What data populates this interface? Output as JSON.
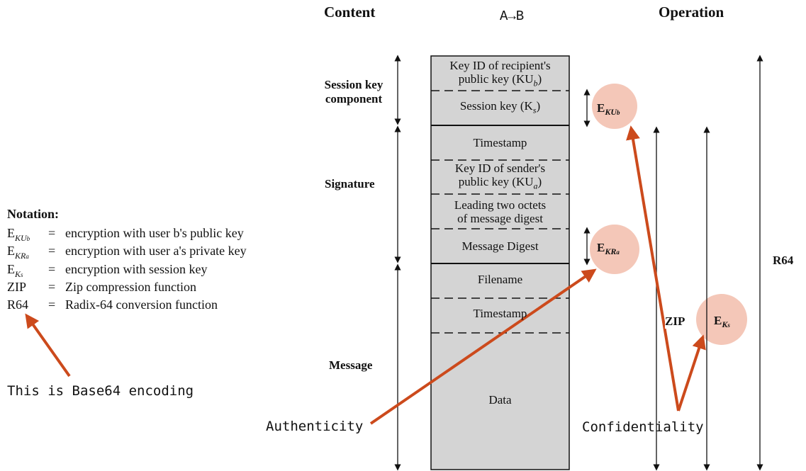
{
  "headers": {
    "content": "Content",
    "direction": "A→B",
    "operation": "Operation"
  },
  "components": {
    "session_key": "Session key component",
    "signature": "Signature",
    "message": "Message"
  },
  "cells": [
    {
      "line1": "Key ID of recipient's",
      "line2": "public key (KU",
      "sub": "b",
      "tail": ")"
    },
    {
      "line1": "Session key (K",
      "sub": "s",
      "tail": ")"
    },
    {
      "line1": "Timestamp"
    },
    {
      "line1": "Key ID of sender's",
      "line2": "public key (KU",
      "sub": "a",
      "tail": ")"
    },
    {
      "line1": "Leading two octets",
      "line2": "of message digest"
    },
    {
      "line1": "Message Digest"
    },
    {
      "line1": "Filename"
    },
    {
      "line1": "Timestamp"
    },
    {
      "line1": "Data"
    }
  ],
  "operations": {
    "e_kub": {
      "base": "E",
      "sub": "KU",
      "subsub": "b"
    },
    "e_kra": {
      "base": "E",
      "sub": "KR",
      "subsub": "a"
    },
    "e_ks": {
      "base": "E",
      "sub": "K",
      "subsub": "s"
    },
    "zip": "ZIP",
    "r64": "R64"
  },
  "notation": {
    "title": "Notation:",
    "rows": [
      {
        "sym": "E",
        "sub": "KU",
        "subsub": "b",
        "eq": "=",
        "desc": "encryption with user b's public key"
      },
      {
        "sym": "E",
        "sub": "KR",
        "subsub": "a",
        "eq": "=",
        "desc": "encryption with user a's private key"
      },
      {
        "sym": "E",
        "sub": "K",
        "subsub": "s",
        "eq": "=",
        "desc": "encryption with session key"
      },
      {
        "sym": "ZIP",
        "eq": "=",
        "desc": "Zip compression function"
      },
      {
        "sym": "R64",
        "eq": "=",
        "desc": "Radix-64 conversion function"
      }
    ]
  },
  "annotations": {
    "base64": "This is Base64 encoding",
    "authenticity": "Authenticity",
    "confidentiality": "Confidentiality"
  },
  "colors": {
    "cell_fill": "#d4d4d4",
    "highlight_circle": "#f4c7b8",
    "annotation_arrow": "#cc4a1c"
  }
}
